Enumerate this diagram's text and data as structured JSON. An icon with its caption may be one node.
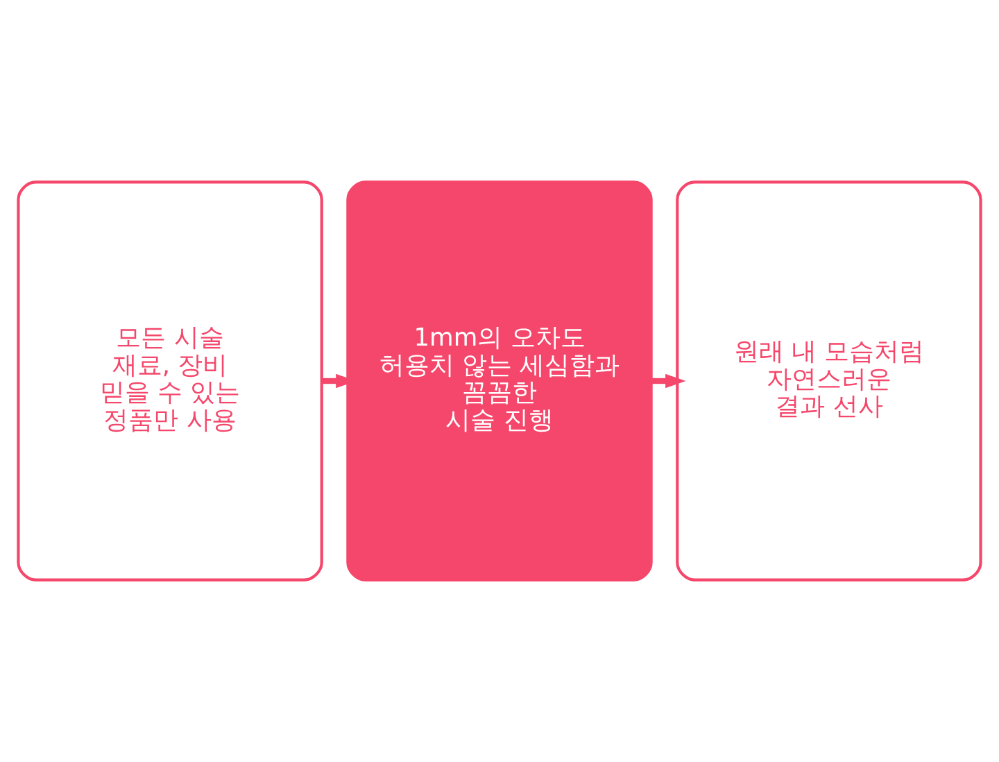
{
  "diagram": {
    "nodes": [
      {
        "text": [
          "모든 시술 재료, 장비 믿을 수 있는 정품만 사용"
        ]
      },
      {
        "text": [
          "1mm의 오차도 허용치 않는 세심함과 꼼꼼한 시술 진행"
        ]
      },
      {
        "text": [
          "원래 내 모습처럼 자연스러운 결과 선사"
        ]
      }
    ],
    "edges": [
      {
        "from": 0,
        "to": 1,
        "arrow": "to"
      },
      {
        "from": 1,
        "to": 2,
        "arrow": "to"
      }
    ]
  }
}
